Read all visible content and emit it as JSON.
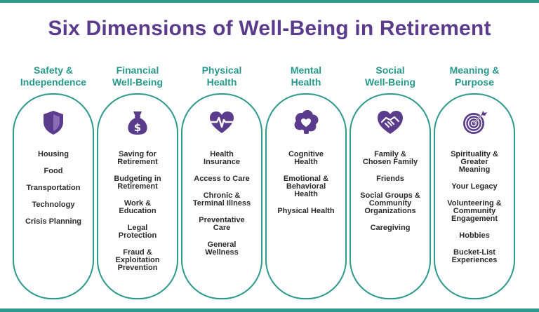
{
  "title": "Six Dimensions of Well-Being in Retirement",
  "colors": {
    "title": "#5b3c8c",
    "accent": "#2e9a8e",
    "icon": "#5b3c8c",
    "text": "#2b2b2b"
  },
  "columns": [
    {
      "title": [
        "Safety &",
        "Independence"
      ],
      "icon": "shield-icon",
      "items": [
        [
          "Housing"
        ],
        [
          "Food"
        ],
        [
          "Transportation"
        ],
        [
          "Technology"
        ],
        [
          "Crisis Planning"
        ]
      ]
    },
    {
      "title": [
        "Financial",
        "Well-Being"
      ],
      "icon": "money-bag-icon",
      "items": [
        [
          "Saving for",
          "Retirement"
        ],
        [
          "Budgeting in",
          "Retirement"
        ],
        [
          "Work &",
          "Education"
        ],
        [
          "Legal",
          "Protection"
        ],
        [
          "Fraud &",
          "Exploitation",
          "Prevention"
        ]
      ]
    },
    {
      "title": [
        "Physical",
        "Health"
      ],
      "icon": "heartbeat-icon",
      "items": [
        [
          "Health",
          "Insurance"
        ],
        [
          "Access to Care"
        ],
        [
          "Chronic &",
          "Terminal Illness"
        ],
        [
          "Preventative",
          "Care"
        ],
        [
          "General",
          "Wellness"
        ]
      ]
    },
    {
      "title": [
        "Mental",
        "Health"
      ],
      "icon": "brain-heart-icon",
      "items": [
        [
          "Cognitive",
          "Health"
        ],
        [
          "Emotional &",
          "Behavioral",
          "Health"
        ],
        [
          "Physical Health"
        ]
      ]
    },
    {
      "title": [
        "Social",
        "Well-Being"
      ],
      "icon": "handshake-heart-icon",
      "items": [
        [
          "Family &",
          "Chosen Family"
        ],
        [
          "Friends"
        ],
        [
          "Social Groups &",
          "Community",
          "Organizations"
        ],
        [
          "Caregiving"
        ]
      ]
    },
    {
      "title": [
        "Meaning &",
        "Purpose"
      ],
      "icon": "target-icon",
      "items": [
        [
          "Spirituality &",
          "Greater",
          "Meaning"
        ],
        [
          "Your Legacy"
        ],
        [
          "Volunteering &",
          "Community",
          "Engagement"
        ],
        [
          "Hobbies"
        ],
        [
          "Bucket-List",
          "Experiences"
        ]
      ]
    }
  ]
}
